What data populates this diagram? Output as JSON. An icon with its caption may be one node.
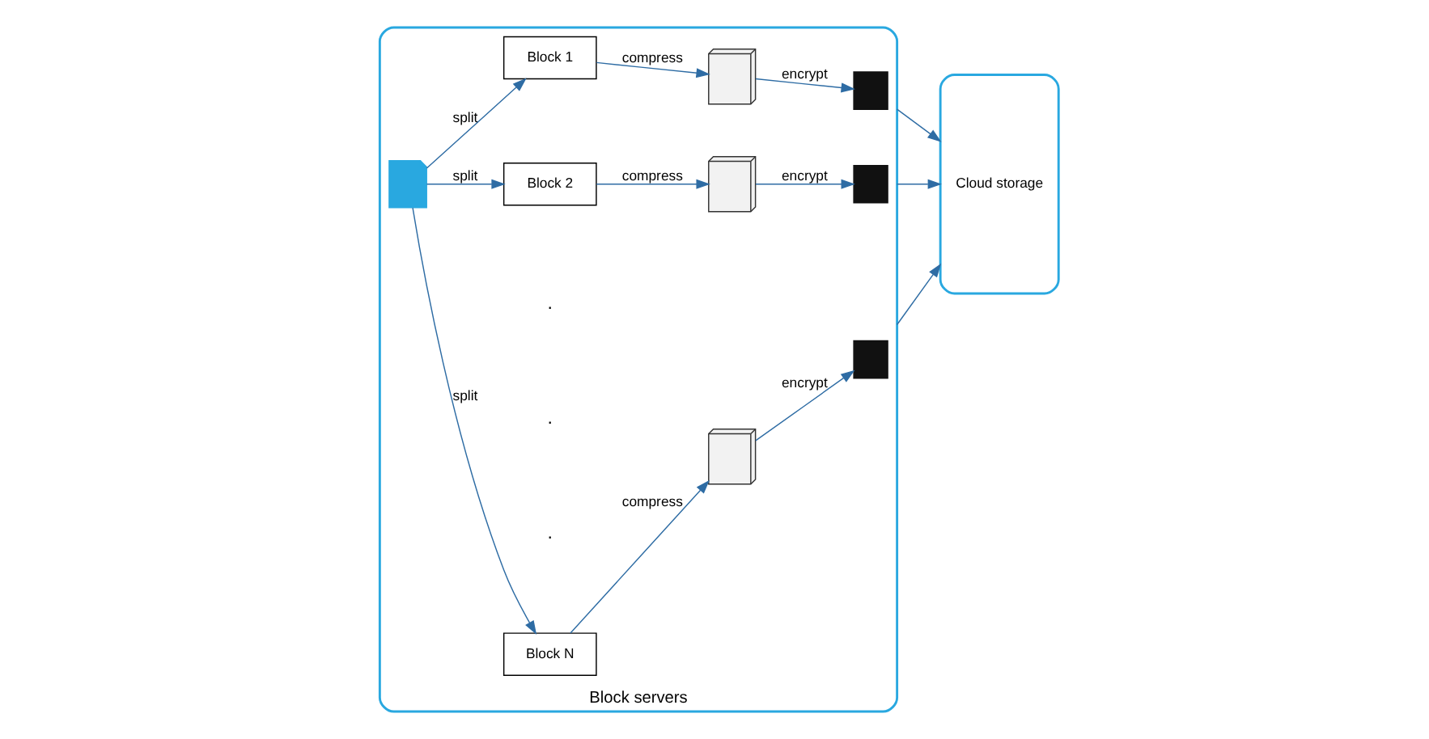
{
  "diagram": {
    "nodes": [
      {
        "text": [
          "Block servers"
        ]
      },
      {
        "text": [],
        "shape": "document",
        "in": 0
      },
      {
        "text": [
          "Block 1"
        ],
        "in": 0
      },
      {
        "text": [],
        "shape": "archive",
        "in": 0
      },
      {
        "text": [],
        "shape": "lock",
        "in": 0
      },
      {
        "text": [
          "Block 2"
        ],
        "in": 0
      },
      {
        "text": [],
        "shape": "archive",
        "in": 0
      },
      {
        "text": [],
        "shape": "lock",
        "in": 0
      },
      {
        "text": [
          "Block N"
        ],
        "in": 0
      },
      {
        "text": [],
        "shape": "archive",
        "in": 0
      },
      {
        "text": [],
        "shape": "lock",
        "in": 0
      },
      {
        "text": [
          "Cloud storage"
        ]
      }
    ],
    "edges": [
      {
        "from": 1,
        "to": 2,
        "arrow": "to",
        "label": "split"
      },
      {
        "from": 2,
        "to": 3,
        "arrow": "to",
        "label": "compress"
      },
      {
        "from": 3,
        "to": 4,
        "arrow": "to",
        "label": "encrypt"
      },
      {
        "from": 1,
        "to": 5,
        "arrow": "to",
        "label": "split"
      },
      {
        "from": 5,
        "to": 6,
        "arrow": "to",
        "label": "compress"
      },
      {
        "from": 6,
        "to": 7,
        "arrow": "to",
        "label": "encrypt"
      },
      {
        "from": 1,
        "to": 8,
        "arrow": "to",
        "label": "split"
      },
      {
        "from": 8,
        "to": 9,
        "arrow": "to",
        "label": "compress"
      },
      {
        "from": 9,
        "to": 10,
        "arrow": "to",
        "label": "encrypt"
      },
      {
        "from": 0,
        "to": 11,
        "arrow": "to"
      },
      {
        "from": 0,
        "to": 11,
        "arrow": "to"
      },
      {
        "from": 0,
        "to": 11,
        "arrow": "to"
      }
    ],
    "labels": [
      ".",
      ".",
      "."
    ]
  }
}
